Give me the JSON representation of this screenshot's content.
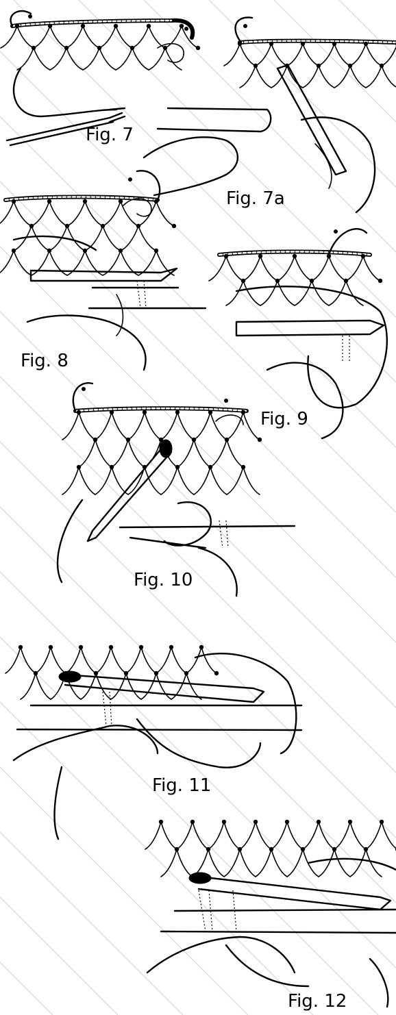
{
  "figures": [
    {
      "id": "fig7",
      "caption": "Fig. 7"
    },
    {
      "id": "fig7a",
      "caption": "Fig. 7a"
    },
    {
      "id": "fig8",
      "caption": "Fig. 8"
    },
    {
      "id": "fig9",
      "caption": "Fig. 9"
    },
    {
      "id": "fig10",
      "caption": "Fig. 10"
    },
    {
      "id": "fig11",
      "caption": "Fig. 11"
    },
    {
      "id": "fig12",
      "caption": "Fig. 12"
    }
  ],
  "style": {
    "ink": "#000000",
    "paper": "#ffffff",
    "watermark": "#d8d8d8"
  }
}
